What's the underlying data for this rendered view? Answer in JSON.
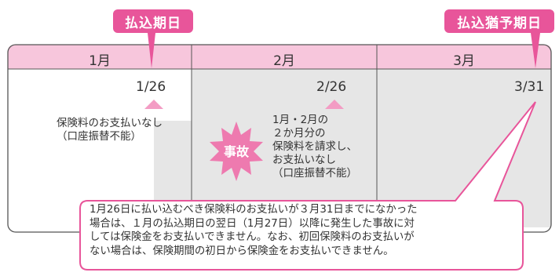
{
  "labels": {
    "due_date": "払込期日",
    "grace_date": "払込猶予期日"
  },
  "months": [
    "1月",
    "2月",
    "3月"
  ],
  "dates": [
    "1/26",
    "2/26",
    "3/31"
  ],
  "notes": {
    "jan": [
      "保険料のお支払いなし",
      "（口座振替不能）"
    ],
    "feb": [
      "1月・2月の",
      "２か月分の",
      "保険料を請求し、",
      "お支払いなし",
      "（口座振替不能）"
    ]
  },
  "accident": "事故",
  "callout_lines": [
    "1月26日に払い込むべき保険料のお支払いが３月31日までになかった",
    "場合は、１月の払込期日の翌日（1月27日）以降に発生した事故に対",
    "しては保険金をお支払いできません。なお、初回保険料のお支払いが",
    "ない場合は、保険期間の初日から保険金をお支払いできません。"
  ],
  "colors": {
    "accent_pink": "#e8559a",
    "header_pink": "#f7c6dc",
    "gray_fill": "#e6e6e6",
    "border": "#555555"
  }
}
